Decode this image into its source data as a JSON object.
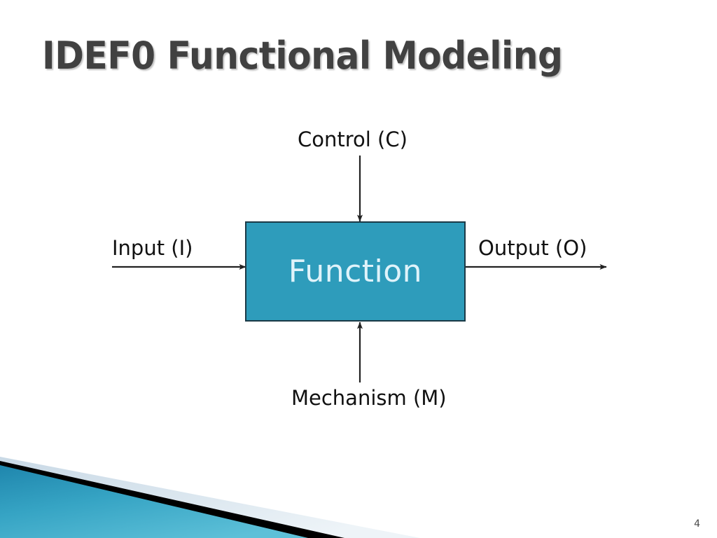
{
  "slide": {
    "title": "IDEF0 Functional Modeling",
    "page_number": "4",
    "background_color": "#ffffff",
    "title_color": "#414141"
  },
  "diagram": {
    "type": "idef0-box",
    "box": {
      "label": "Function",
      "fill_color": "#2e9cbb",
      "border_color": "#1b3a47",
      "text_color": "#dff3fa"
    },
    "arrows": [
      {
        "name": "control",
        "label": "Control (C)",
        "direction": "down",
        "side": "top",
        "enters": true
      },
      {
        "name": "input",
        "label": "Input (I)",
        "direction": "right",
        "side": "left",
        "enters": true
      },
      {
        "name": "output",
        "label": "Output (O)",
        "direction": "right",
        "side": "right",
        "enters": false
      },
      {
        "name": "mechanism",
        "label": "Mechanism (M)",
        "direction": "up",
        "side": "bottom",
        "enters": true
      }
    ],
    "arrow_color": "#222222"
  },
  "decoration": {
    "name": "corner-triangles",
    "teal_color": "#2e9cbb",
    "black_color": "#000000",
    "pale_color": "#dde7ee"
  }
}
